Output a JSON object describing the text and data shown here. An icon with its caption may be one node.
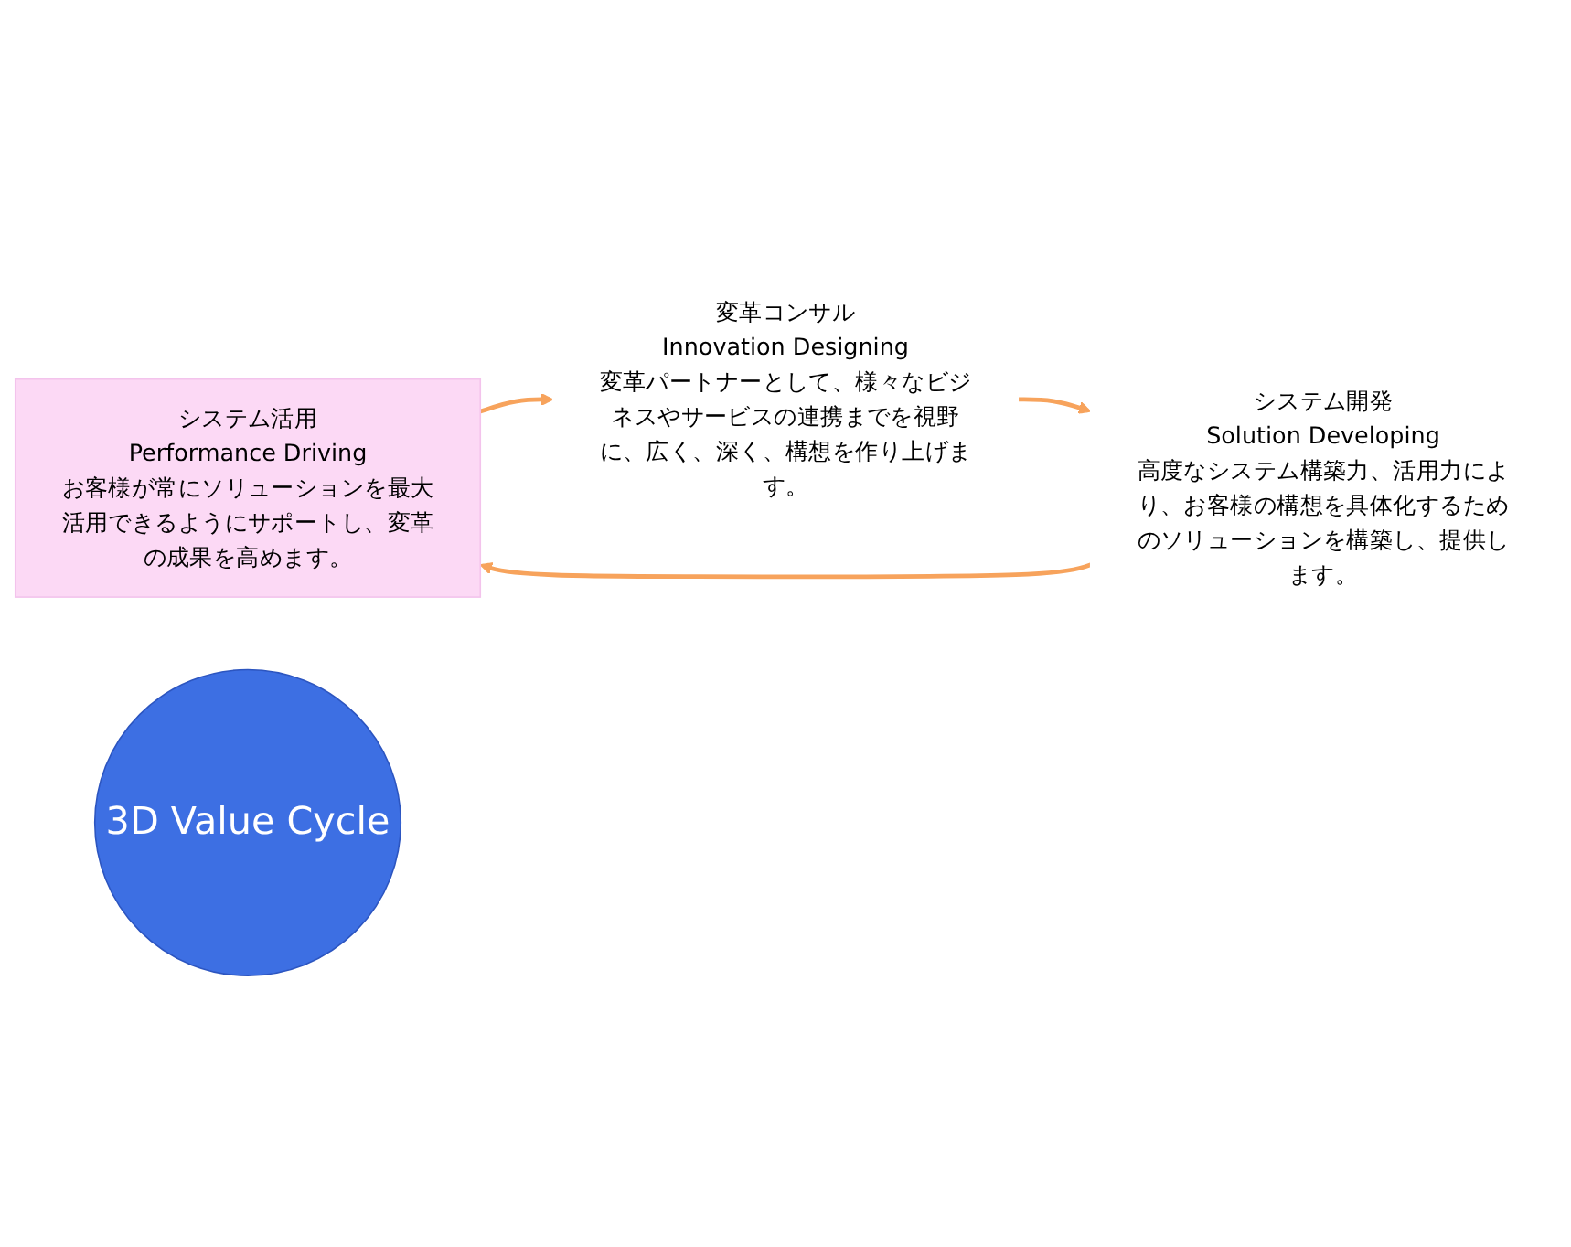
{
  "diagram": {
    "nodes": [
      {
        "text": [
          "システム活用",
          "Performance Driving",
          "お客様が常にソリューションを最大活用できるようにサポートし、変革の成果を高めます。"
        ]
      },
      {
        "text": [
          "変革コンサル",
          "Innovation Designing",
          "変革パートナーとして、様々なビジネスやサービスの連携までを視野に、広く、深く、構想を作り上げます。"
        ]
      },
      {
        "text": [
          "3D Value Cycle"
        ]
      },
      {
        "text": [
          "システム開発",
          "Solution Developing",
          "高度なシステム構築力、活用力により、お客様の構想を具体化するためのソリューションを構築し、提供します。"
        ]
      }
    ],
    "edges": [
      {
        "from": 0,
        "to": 1,
        "arrow": "to",
        "color": "#f7a35c"
      },
      {
        "from": 1,
        "to": 3,
        "arrow": "to",
        "color": "#f7a35c"
      },
      {
        "from": 3,
        "to": 0,
        "arrow": "to",
        "color": "#f7a35c"
      }
    ]
  }
}
